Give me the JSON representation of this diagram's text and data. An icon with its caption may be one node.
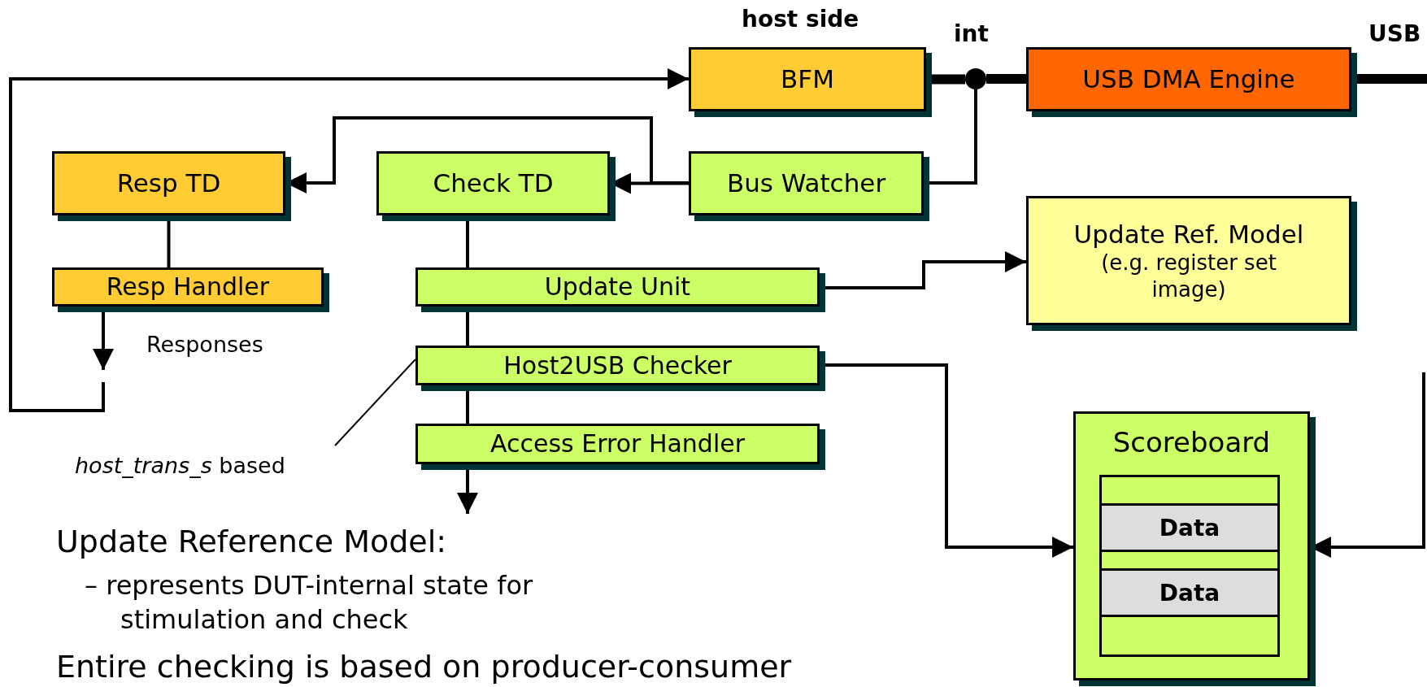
{
  "diagram": {
    "nodes": [
      {
        "text": [
          "BFM"
        ]
      },
      {
        "text": [],
        "shape": "circle"
      },
      {
        "text": [
          "USB DMA Engine"
        ]
      },
      {
        "text": [
          "Resp TD"
        ]
      },
      {
        "text": [
          "Check TD"
        ]
      },
      {
        "text": [
          "Bus Watcher"
        ]
      },
      {
        "text": [
          "Update Ref. Model",
          "(e.g. register set image)"
        ]
      },
      {
        "text": [
          "Resp Handler"
        ]
      },
      {
        "text": [
          "Update Unit"
        ]
      },
      {
        "text": [
          "Host2USB Checker"
        ]
      },
      {
        "text": [
          "*host_trans_s* based"
        ]
      },
      {
        "text": [
          "Access Error Handler"
        ]
      },
      {
        "text": [
          "Scoreboard"
        ]
      },
      {
        "text": [],
        "shape": "box",
        "in": 12
      },
      {
        "text": [
          "Data"
        ],
        "in": 13
      },
      {
        "text": [
          "Data"
        ],
        "in": 13
      }
    ],
    "edges": [
      {
        "from": 7,
        "to": null,
        "arrow": "to"
      },
      {
        "from": null,
        "to": 0,
        "arrow": "to"
      },
      {
        "from": 3,
        "to": 7,
        "arrow": "none"
      },
      {
        "from": 5,
        "to": 4,
        "arrow": "to"
      },
      {
        "from": 5,
        "to": 3,
        "arrow": "to"
      },
      {
        "from": 5,
        "to": 1,
        "arrow": "none"
      },
      {
        "from": 0,
        "to": 1,
        "arrow": "none",
        "style": "thick"
      },
      {
        "from": 1,
        "to": 2,
        "arrow": "none",
        "style": "thick"
      },
      {
        "from": 2,
        "to": null,
        "arrow": "none",
        "style": "thick"
      },
      {
        "from": 4,
        "to": 8,
        "arrow": "none"
      },
      {
        "from": 8,
        "to": 9,
        "arrow": "none"
      },
      {
        "from": 9,
        "to": 11,
        "arrow": "none"
      },
      {
        "from": 11,
        "to": null,
        "arrow": "to"
      },
      {
        "from": 8,
        "to": 6,
        "arrow": "to"
      },
      {
        "from": 9,
        "to": 12,
        "arrow": "to"
      },
      {
        "from": null,
        "to": 12,
        "arrow": "to"
      },
      {
        "from": 10,
        "to": 9,
        "arrow": "none"
      }
    ],
    "labels": [
      "host side",
      "int",
      "USB",
      "Responses",
      "Update Reference Model:",
      "– represents DUT-internal state for stimulation and check",
      "Entire checking is based on producer-consumer"
    ]
  }
}
